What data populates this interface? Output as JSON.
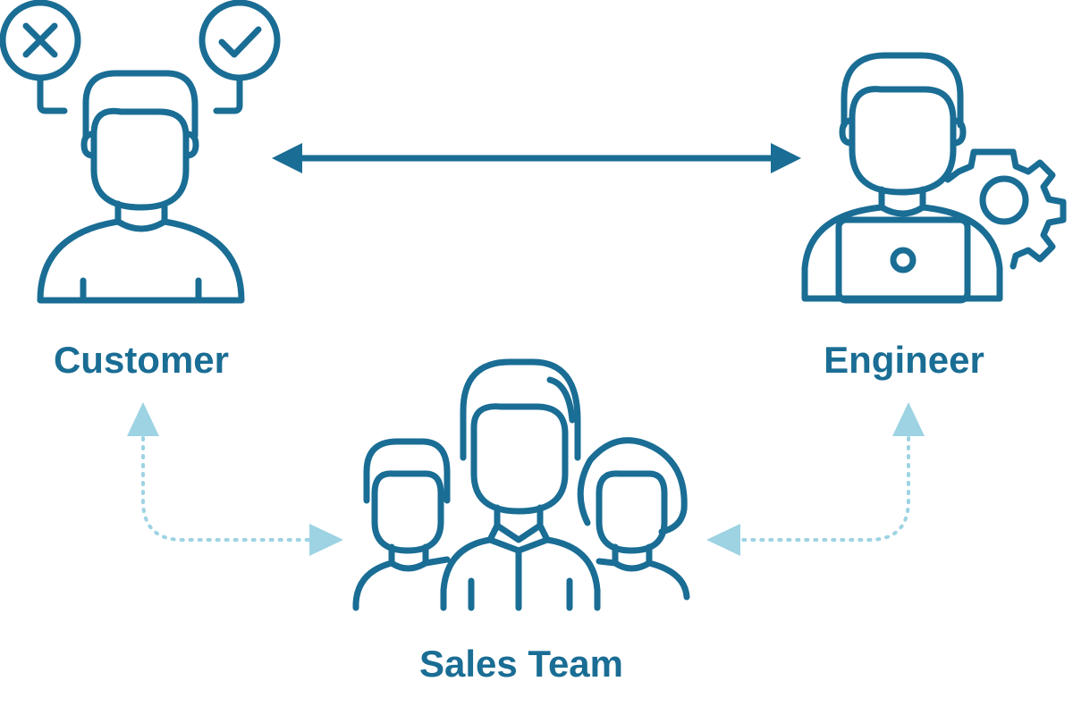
{
  "colors": {
    "primary": "#1a6d94",
    "light": "#9dd3e3",
    "background": "#ffffff"
  },
  "nodes": {
    "customer": {
      "label": "Customer",
      "icon": "customer-person-icon"
    },
    "engineer": {
      "label": "Engineer",
      "icon": "engineer-laptop-gear-icon"
    },
    "sales": {
      "label": "Sales Team",
      "icon": "sales-team-group-icon"
    }
  },
  "decisions": {
    "reject": {
      "icon": "x-circle-icon"
    },
    "approve": {
      "icon": "check-circle-icon"
    }
  },
  "edges": [
    {
      "from": "Customer",
      "to": "Engineer",
      "style": "solid",
      "direction": "both"
    },
    {
      "from": "Customer",
      "to": "Sales Team",
      "style": "dotted",
      "direction": "both"
    },
    {
      "from": "Engineer",
      "to": "Sales Team",
      "style": "dotted",
      "direction": "both"
    }
  ]
}
